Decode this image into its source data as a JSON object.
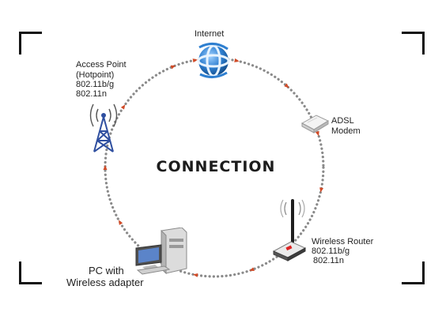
{
  "title": "CONNECTION",
  "nodes": {
    "internet": {
      "label": "Internet",
      "icon": "internet-globe-icon"
    },
    "adsl_modem": {
      "line1": "ADSL",
      "line2": "Modem",
      "icon": "adsl-modem-icon"
    },
    "wireless_router": {
      "line1": "Wireless Router",
      "line2": "802.11b/g",
      "line3": "802.11n",
      "icon": "wireless-router-icon"
    },
    "pc": {
      "line1": "PC with",
      "line2": "Wireless adapter",
      "icon": "desktop-pc-icon"
    },
    "access_point": {
      "line1": "Access Point",
      "line2": "(Hotpoint)",
      "line3": "802.11b/g",
      "line4": "802.11n",
      "icon": "radio-tower-icon"
    }
  },
  "colors": {
    "dots": "#8a8a8a",
    "arrows": "#d24a26",
    "globe_blue": "#2e7fd0",
    "title": "#1c1c1c"
  }
}
